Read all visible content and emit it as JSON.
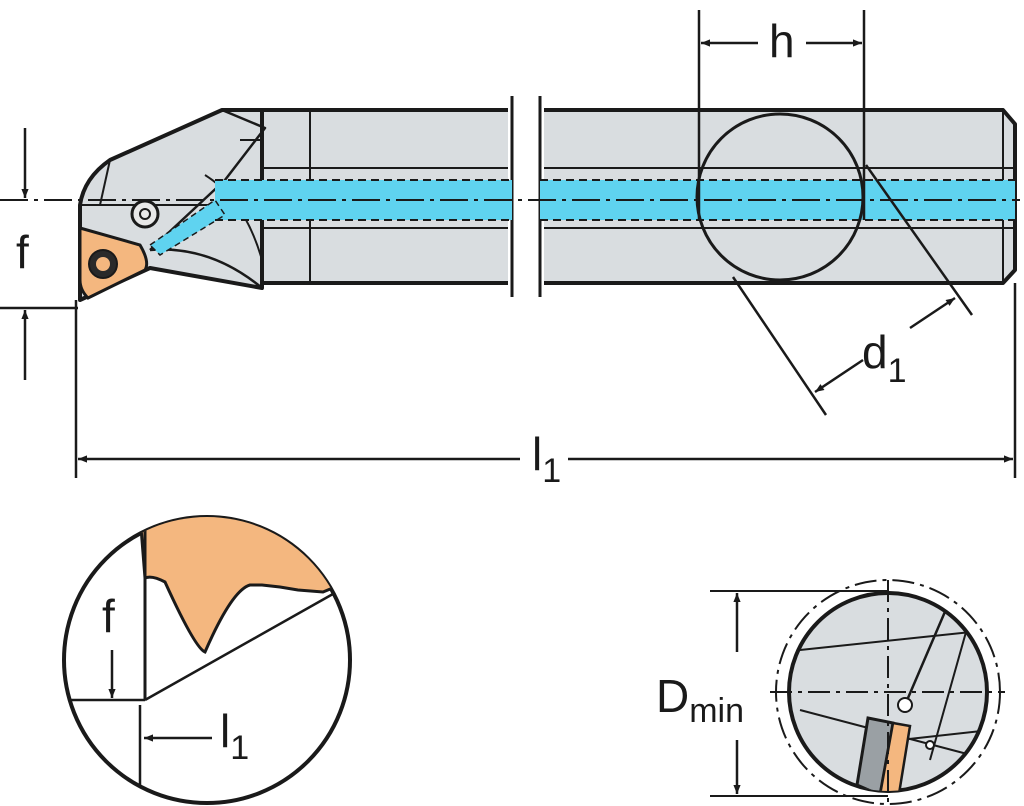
{
  "labels": {
    "h": "h",
    "f_main": "f",
    "d1_base": "d",
    "d1_sub": "1",
    "l1_main_base": "l",
    "l1_main_sub": "1",
    "f_detail": "f",
    "l1_detail_base": "l",
    "l1_detail_sub": "1",
    "dmin_base": "D",
    "dmin_sub": "min"
  },
  "colors": {
    "line": "#1a1a1a",
    "body": "#d9dde0",
    "coolant": "#5fd3f0",
    "insert": "#f4b77f"
  }
}
